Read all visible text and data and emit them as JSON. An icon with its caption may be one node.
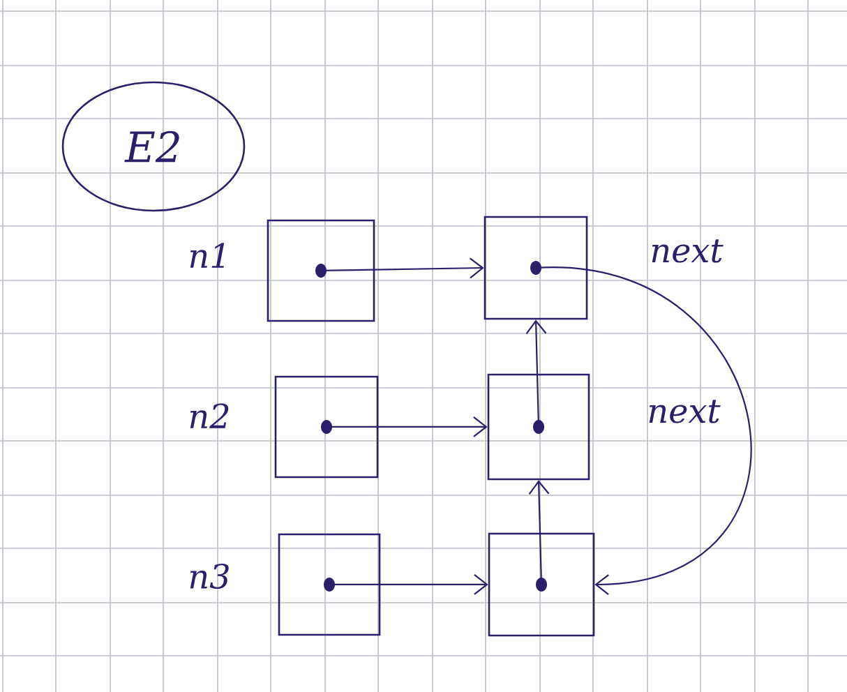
{
  "diagram": {
    "nodes": [
      {
        "text": [
          "E2"
        ]
      },
      {
        "text": [],
        "shape": "box",
        "beside": [
          "n1"
        ]
      },
      {
        "text": [],
        "shape": "box",
        "beside": [
          "next"
        ]
      },
      {
        "text": [],
        "shape": "box",
        "beside": [
          "n2"
        ]
      },
      {
        "text": [],
        "shape": "box",
        "beside": [
          "next"
        ]
      },
      {
        "text": [],
        "shape": "box",
        "beside": [
          "n3"
        ]
      },
      {
        "text": [],
        "shape": "box"
      }
    ],
    "edges": [
      {
        "from": 1,
        "to": 2,
        "arrow": "to"
      },
      {
        "from": 3,
        "to": 4,
        "arrow": "to"
      },
      {
        "from": 5,
        "to": 6,
        "arrow": "to"
      },
      {
        "from": 2,
        "to": 6,
        "arrow": "to"
      },
      {
        "from": 6,
        "to": 4,
        "arrow": "to"
      },
      {
        "from": 4,
        "to": 2,
        "arrow": "to"
      }
    ]
  }
}
